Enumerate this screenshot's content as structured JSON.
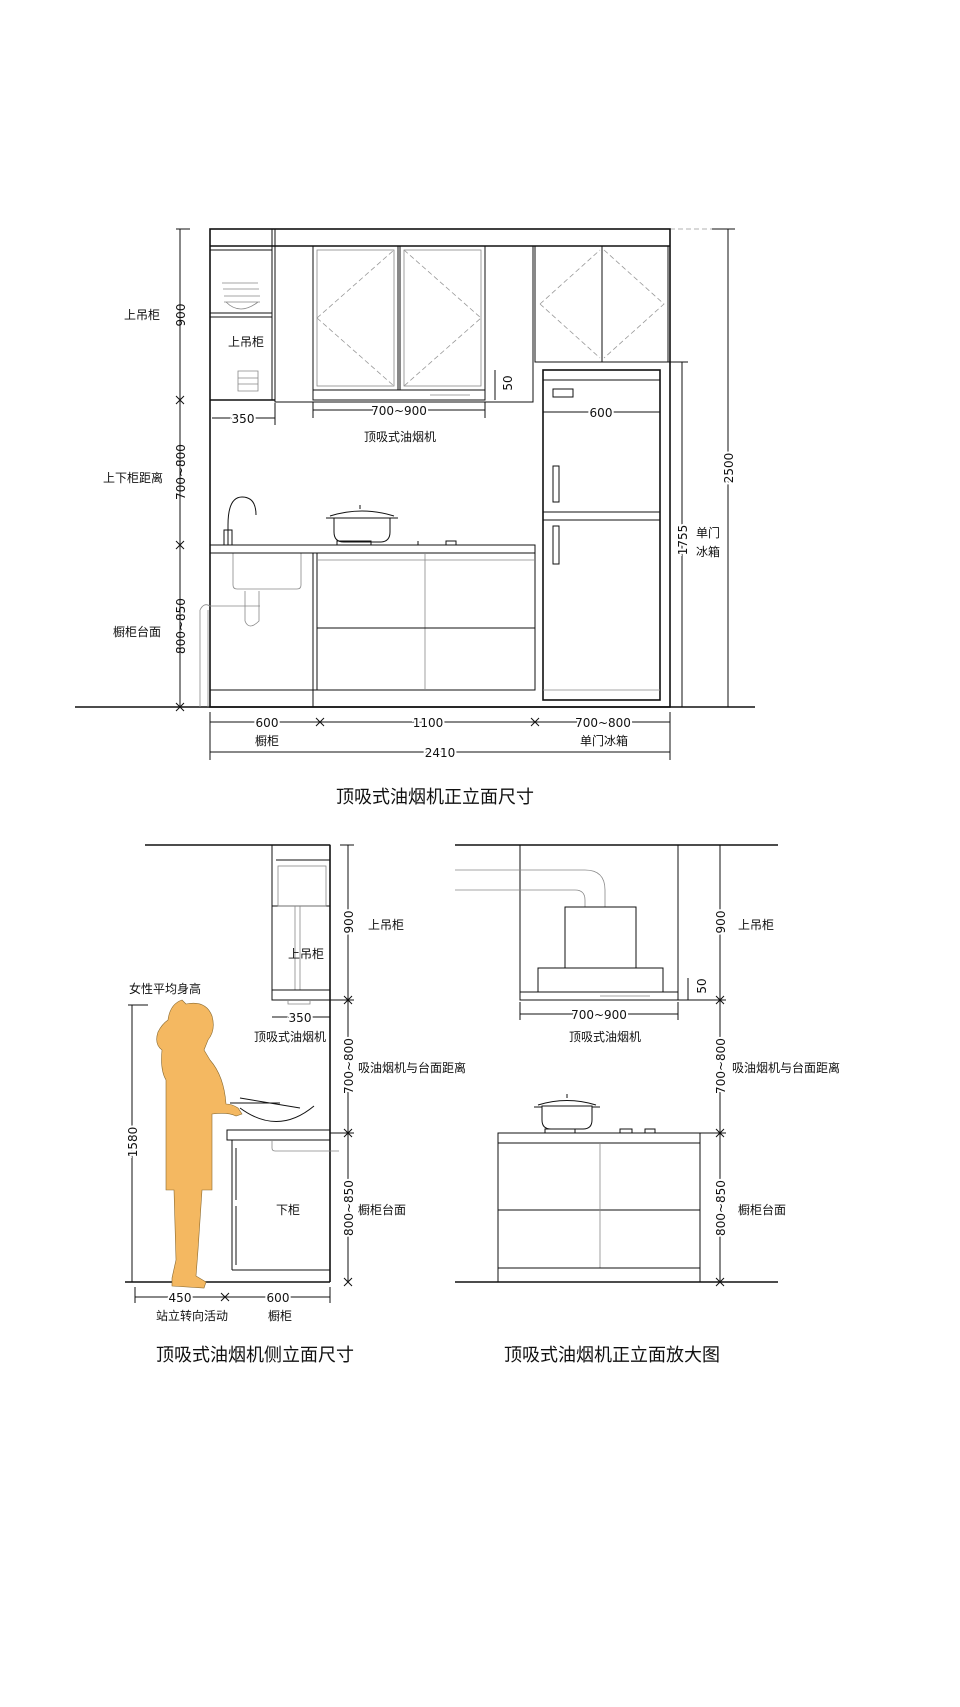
{
  "front_elevation": {
    "caption": "顶吸式油烟机正立面尺寸",
    "left_labels": {
      "upper": "上吊柜",
      "gap": "上下柜距离",
      "counter": "橱柜台面"
    },
    "left_dims": {
      "upper": "900",
      "gap": "700~800",
      "counter": "800~850"
    },
    "inner_label": "上吊柜",
    "shelf_depth": "350",
    "hood_width": "700~900",
    "hood_label": "顶吸式油烟机",
    "hood_offset": "50",
    "fridge_width": "600",
    "fridge_height": "1755",
    "fridge_label_1": "单门",
    "fridge_label_2": "冰箱",
    "total_height": "2500",
    "bottom_dims": {
      "cabinet": "600",
      "middle": "1100",
      "fridge": "700~800",
      "total": "2410"
    },
    "bottom_labels": {
      "cabinet": "橱柜",
      "fridge": "单门冰箱"
    }
  },
  "side_elevation": {
    "caption": "顶吸式油烟机侧立面尺寸",
    "woman_label": "女性平均身高",
    "woman_height": "1580",
    "upper_label": "上吊柜",
    "inner_label": "上吊柜",
    "depth": "350",
    "hood_label": "顶吸式油烟机",
    "lower_label": "下柜",
    "right_dims": {
      "upper": "900",
      "gap": "700~800",
      "counter": "800~850"
    },
    "right_labels": {
      "upper": "上吊柜",
      "gap": "吸油烟机与台面距离",
      "counter": "橱柜台面"
    },
    "bottom_dims": {
      "standing": "450",
      "cabinet": "600"
    },
    "bottom_labels": {
      "standing": "站立转向活动",
      "cabinet": "橱柜"
    },
    "figure_color": "#F4B861"
  },
  "front_enlarged": {
    "caption": "顶吸式油烟机正立面放大图",
    "hood_offset": "50",
    "hood_width": "700~900",
    "hood_label": "顶吸式油烟机",
    "right_dims": {
      "upper": "900",
      "gap": "700~800",
      "counter": "800~850"
    },
    "right_labels": {
      "upper": "上吊柜",
      "gap": "吸油烟机与台面距离",
      "counter": "橱柜台面"
    }
  }
}
